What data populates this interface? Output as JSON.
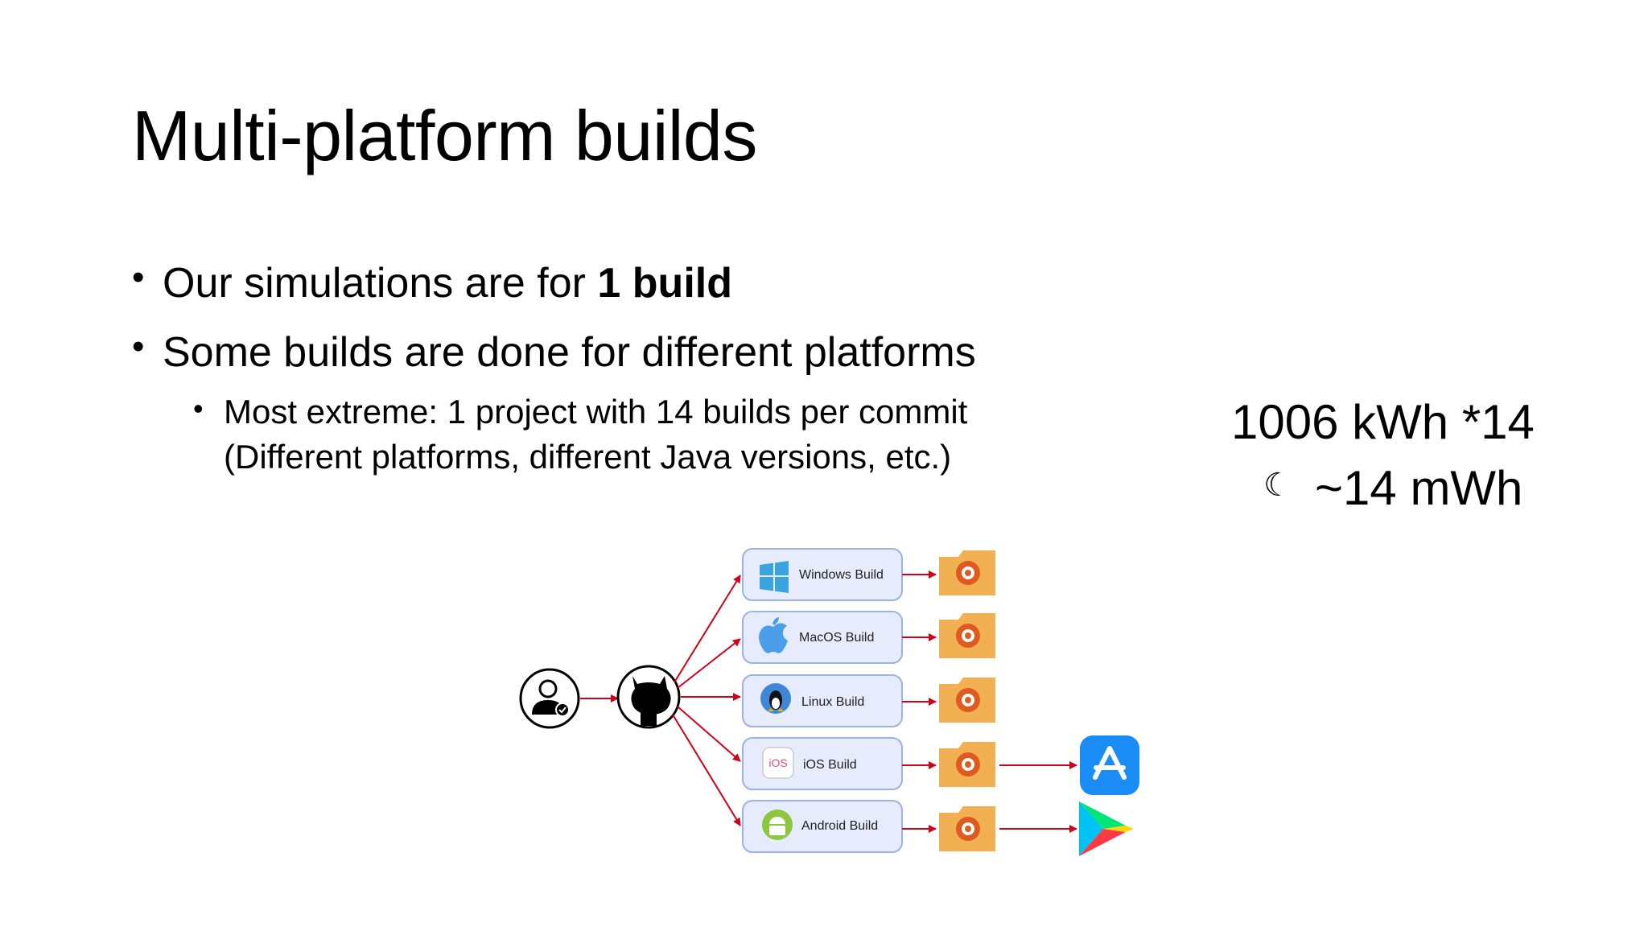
{
  "slide": {
    "title": "Multi-platform builds",
    "bullets": [
      {
        "prefix": "Our simulations are for ",
        "bold": "1 build"
      },
      {
        "text": "Some builds are done for different platforms"
      }
    ],
    "sub_bullet": {
      "line1": "Most extreme: 1 project with 14 builds per commit",
      "line2": "(Different platforms, different Java versions, etc.)"
    },
    "energy": {
      "line1": "1006 kWh *14",
      "approx_symbol": "☾",
      "line2": "~14 mWh"
    }
  },
  "diagram": {
    "builds": [
      {
        "label": "Windows Build",
        "icon": "windows-icon"
      },
      {
        "label": "MacOS Build",
        "icon": "apple-icon"
      },
      {
        "label": "Linux Build",
        "icon": "linux-icon"
      },
      {
        "label": "iOS Build",
        "icon": "ios-icon",
        "icon_text": "iOS"
      },
      {
        "label": "Android Build",
        "icon": "android-icon"
      }
    ],
    "colors": {
      "arrow": "#d0021b",
      "build_box_fill": "#e6ecfb",
      "build_box_stroke": "#9db1e3",
      "folder": "#f1b152",
      "gear": "#e05a1f",
      "app_store": "#1a8cf5"
    }
  }
}
